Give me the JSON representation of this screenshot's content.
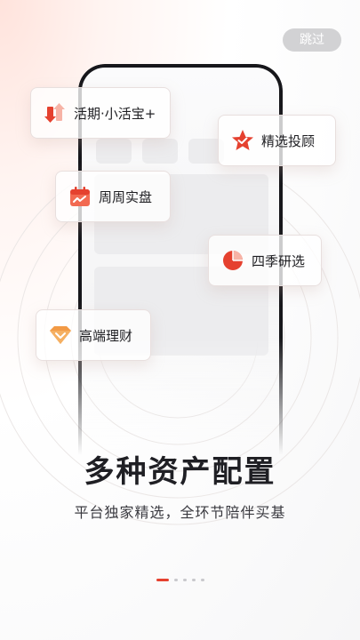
{
  "header": {
    "skip_label": "跳过"
  },
  "features": [
    {
      "label": "活期·小活宝+",
      "icon": "arrows-updown-icon"
    },
    {
      "label": "精选投顾",
      "icon": "star-icon"
    },
    {
      "label": "周周实盘",
      "icon": "calendar-icon"
    },
    {
      "label": "四季研选",
      "icon": "pie-chart-icon"
    },
    {
      "label": "高端理财",
      "icon": "diamond-icon"
    }
  ],
  "main": {
    "title": "多种资产配置",
    "subtitle": "平台独家精选，全环节陪伴买基"
  },
  "pagination": {
    "count": 5,
    "active_index": 0
  },
  "colors": {
    "accent": "#e5412f",
    "orange": "#f29a45",
    "title": "#1f1f24",
    "skip_bg": "#d2d2d4"
  }
}
